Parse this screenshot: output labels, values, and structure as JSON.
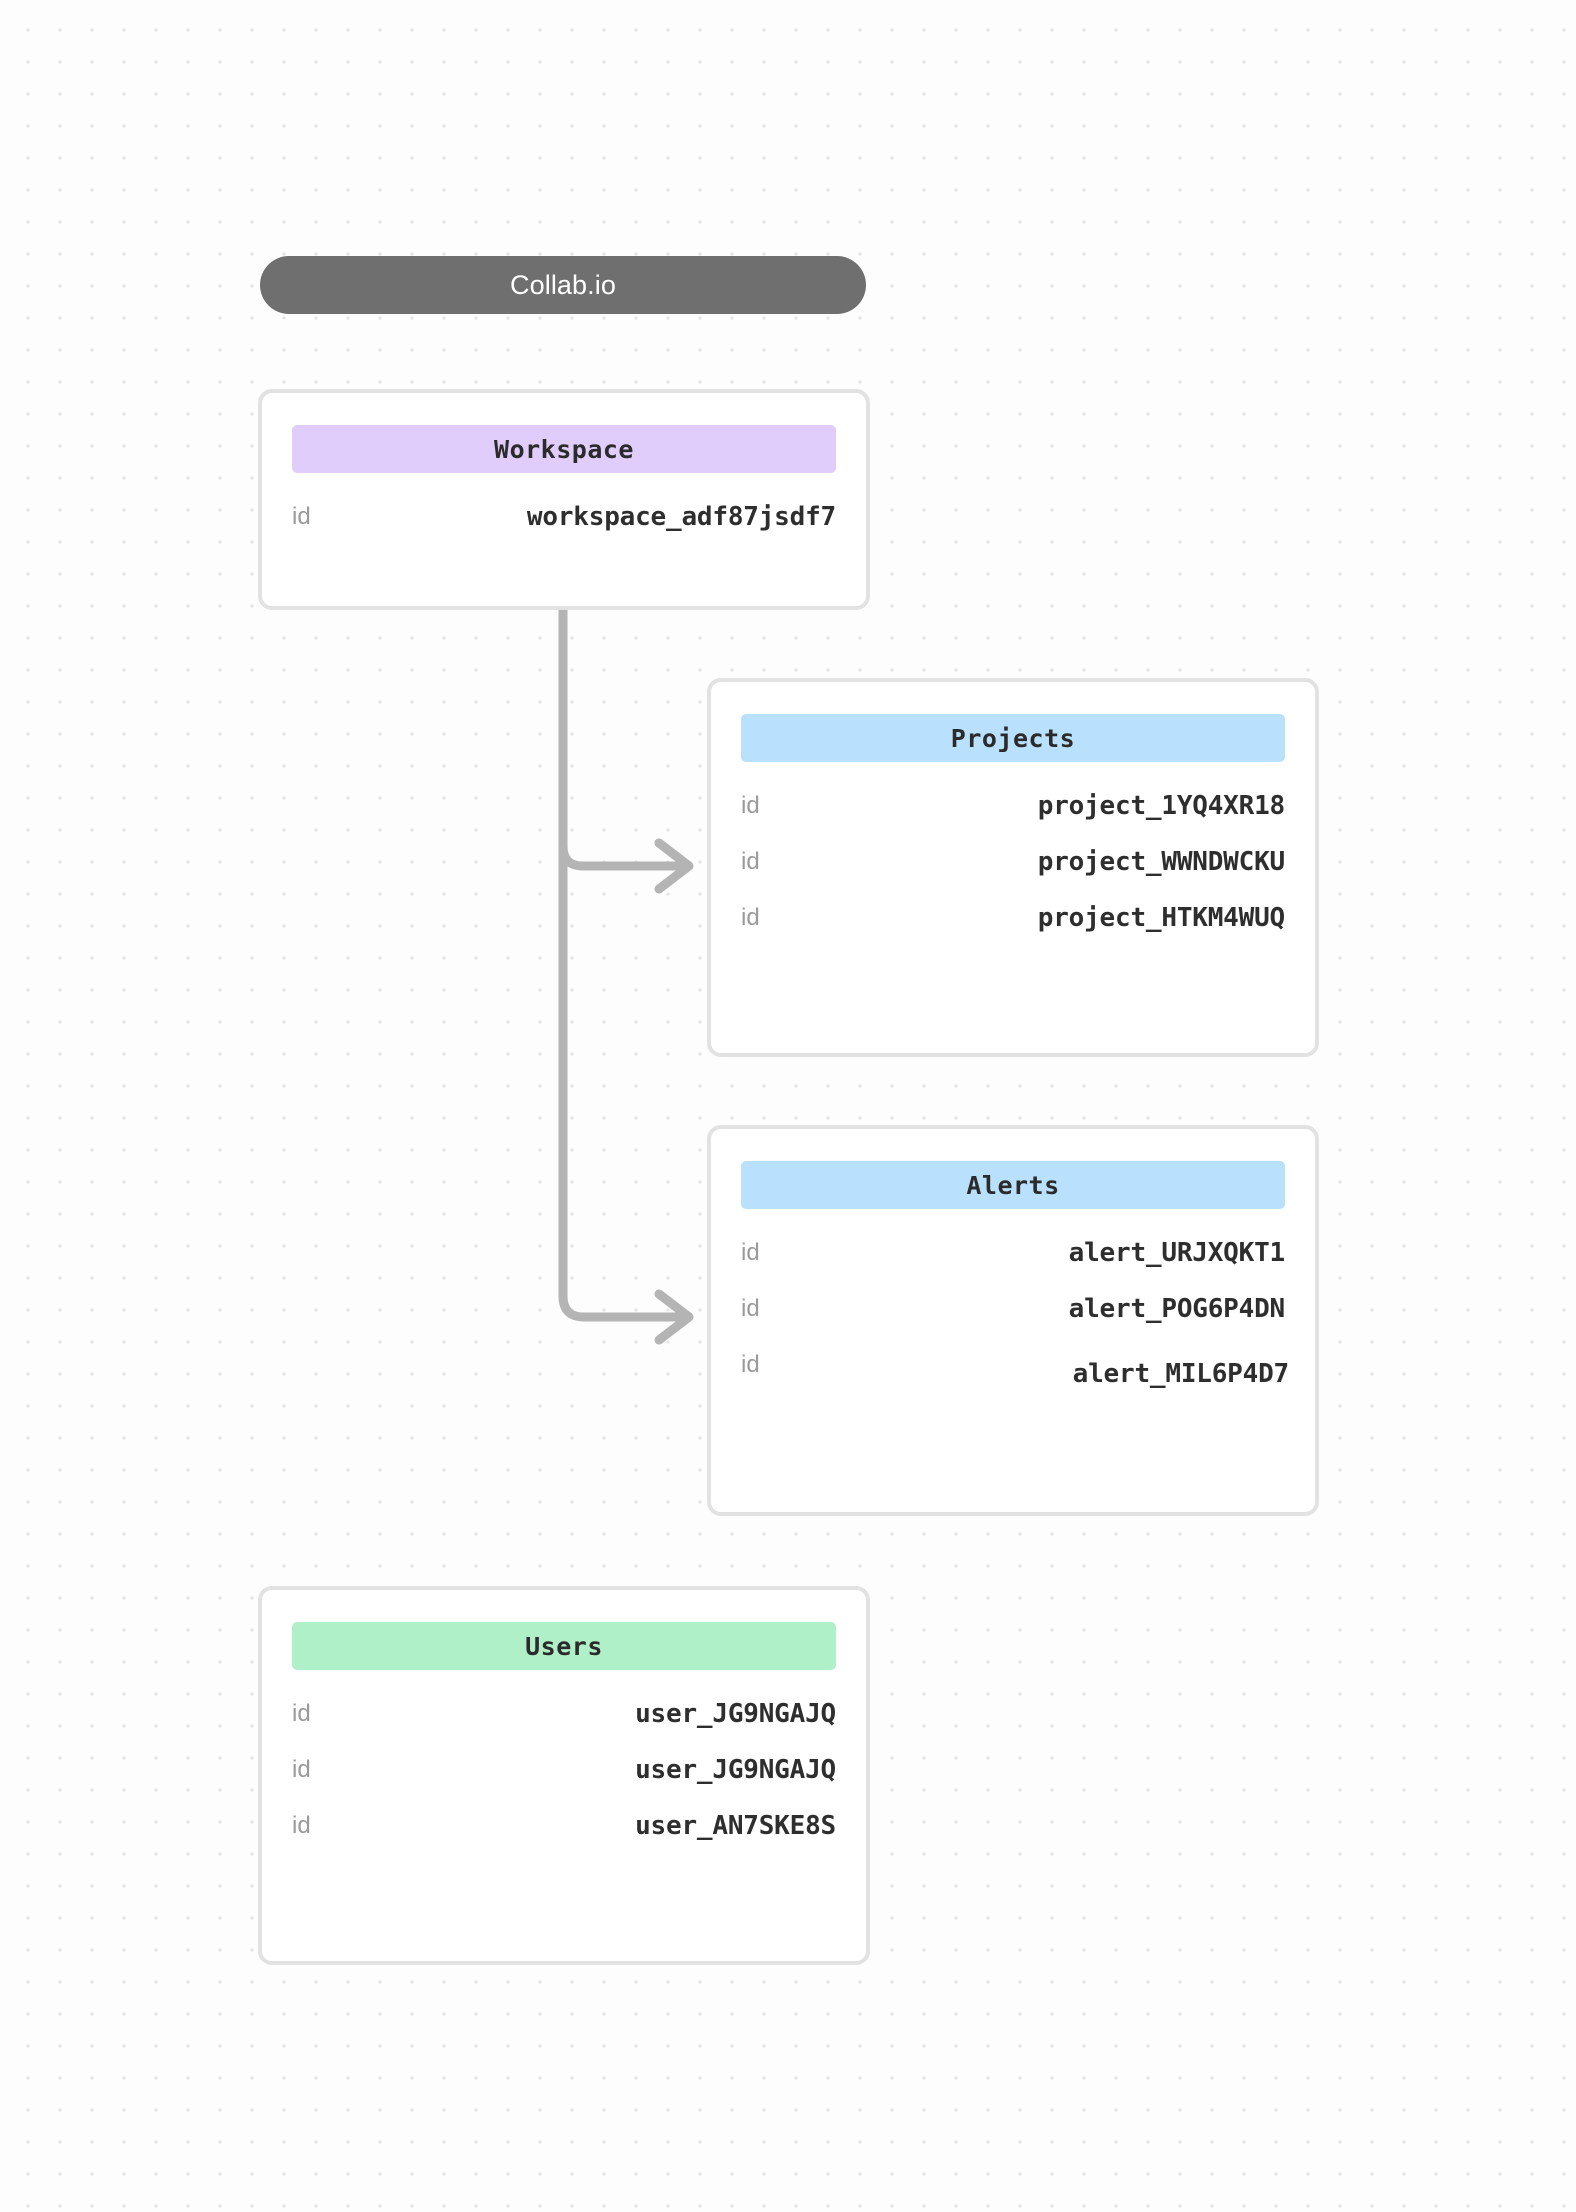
{
  "diagram": {
    "title": "Collab.io",
    "title_bg": "#6f6f6f",
    "canvas_bg": "#fdfdfd",
    "dot_color": "#e4e4e4",
    "connector_color": "#b4b4b4",
    "card_border": "#e2e2e2"
  },
  "entities": [
    {
      "name": "workspace",
      "title": "Workspace",
      "accent": "#e0cdfb",
      "rows": [
        {
          "key": "id",
          "value": "workspace_adf87jsdf7"
        }
      ]
    },
    {
      "name": "projects",
      "title": "Projects",
      "accent": "#b9e0fc",
      "rows": [
        {
          "key": "id",
          "value": "project_1YQ4XR18"
        },
        {
          "key": "id",
          "value": "project_WWNDWCKU"
        },
        {
          "key": "id",
          "value": "project_HTKM4WUQ"
        }
      ]
    },
    {
      "name": "alerts",
      "title": "Alerts",
      "accent": "#b9e0fc",
      "rows": [
        {
          "key": "id",
          "value": "alert_URJXQKT1"
        },
        {
          "key": "id",
          "value": "alert_POG6P4DN"
        },
        {
          "key": "id",
          "value": "alert_MIL6P4D7"
        }
      ]
    },
    {
      "name": "users",
      "title": "Users",
      "accent": "#b0f0c8",
      "rows": [
        {
          "key": "id",
          "value": "user_JG9NGAJQ"
        },
        {
          "key": "id",
          "value": "user_JG9NGAJQ"
        },
        {
          "key": "id",
          "value": "user_AN7SKE8S"
        }
      ]
    }
  ],
  "connections": [
    {
      "from": "workspace",
      "to": "projects"
    },
    {
      "from": "workspace",
      "to": "alerts"
    }
  ]
}
